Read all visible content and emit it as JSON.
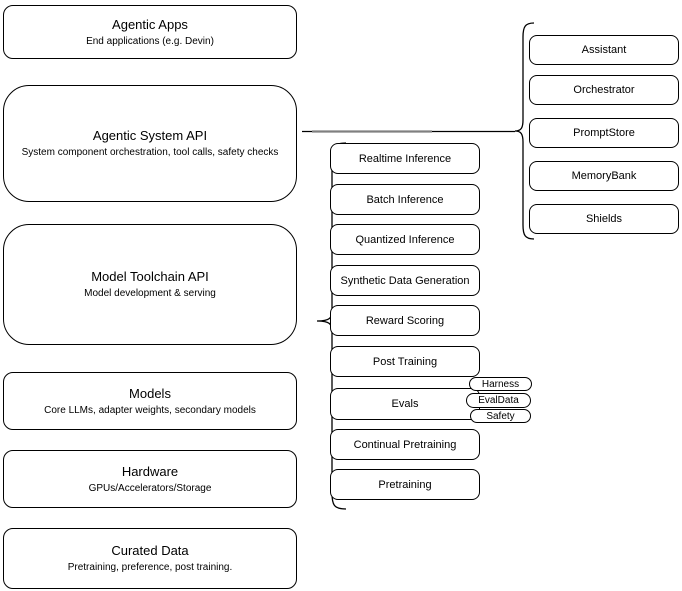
{
  "left_column": [
    {
      "title": "Agentic Apps",
      "subtitle": "End applications (e.g. Devin)"
    },
    {
      "title": "Agentic System API",
      "subtitle": "System component orchestration, tool calls, safety checks"
    },
    {
      "title": "Model Toolchain API",
      "subtitle": "Model development & serving"
    },
    {
      "title": "Models",
      "subtitle": "Core LLMs, adapter weights, secondary models"
    },
    {
      "title": "Hardware",
      "subtitle": "GPUs/Accelerators/Storage"
    },
    {
      "title": "Curated Data",
      "subtitle": "Pretraining, preference, post training."
    }
  ],
  "middle_column": [
    "Realtime Inference",
    "Batch Inference",
    "Quantized Inference",
    "Synthetic Data Generation",
    "Reward Scoring",
    "Post Training",
    "Evals",
    "Continual Pretraining",
    "Pretraining"
  ],
  "evals_tags": [
    "Harness",
    "EvalData",
    "Safety"
  ],
  "right_column": [
    "Assistant",
    "Orchestrator",
    "PromptStore",
    "MemoryBank",
    "Shields"
  ],
  "colors": {
    "stroke": "#000000",
    "fill": "#ffffff",
    "connector_gray": "#808080"
  }
}
